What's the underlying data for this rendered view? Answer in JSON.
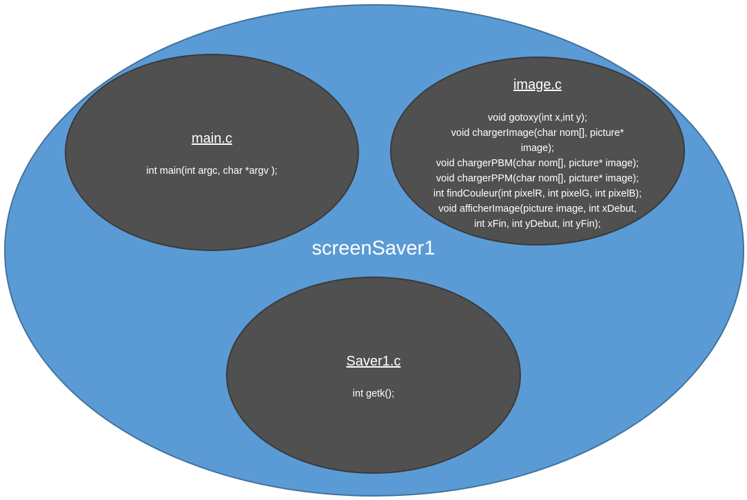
{
  "diagram": {
    "outer": {
      "label": "screenSaver1",
      "color": "#5b9bd5"
    },
    "modules": [
      {
        "title": "main.c",
        "lines": [
          "int main(int argc, char *argv );"
        ]
      },
      {
        "title": "image.c",
        "lines": [
          "void gotoxy(int x,int y);",
          "void chargerImage(char nom[], picture*",
          "image);",
          "void chargerPBM(char nom[], picture* image);",
          "void chargerPPM(char nom[], picture* image);",
          "int findCouleur(int pixelR, int pixelG, int pixelB);",
          "void afficherImage(picture image, int xDebut,",
          "int xFin, int yDebut, int yFin);"
        ]
      },
      {
        "title": "Saver1.c",
        "lines": [
          "int getk();"
        ]
      }
    ],
    "module_color": "#505050"
  }
}
